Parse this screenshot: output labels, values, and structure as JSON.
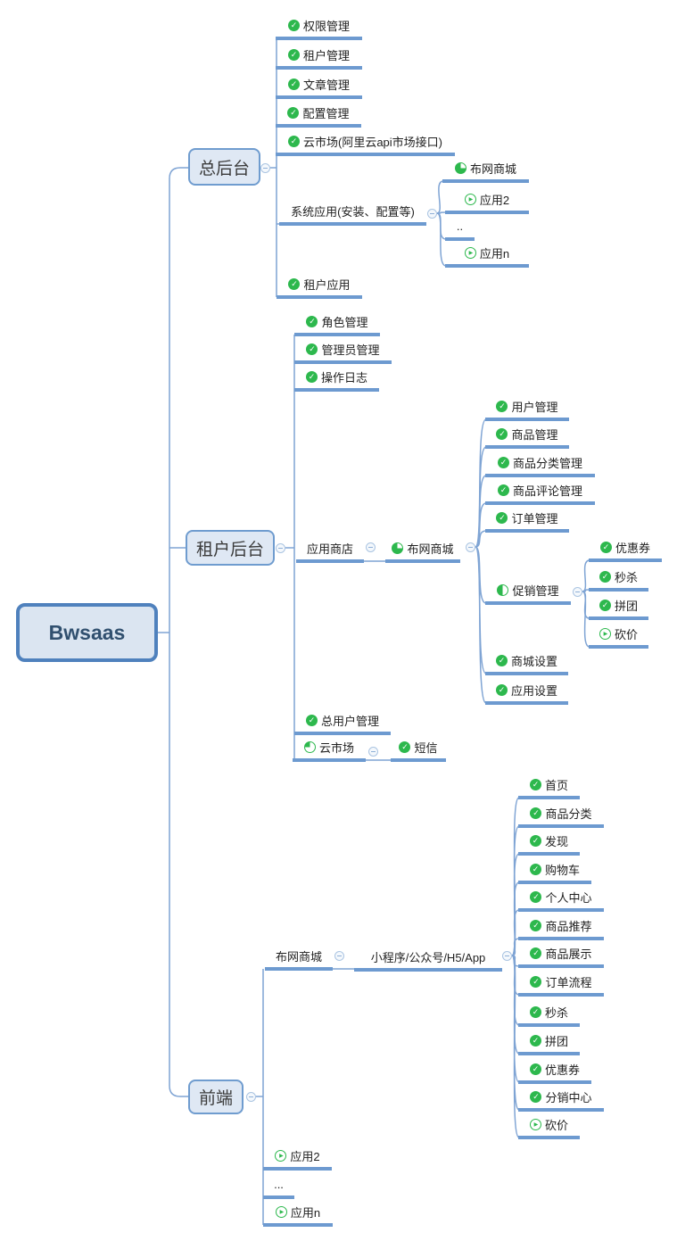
{
  "colors": {
    "green": "#2db84d",
    "underline": "#6d9ad0",
    "connector": "#7fa4d4",
    "box_fill": "#dfe8f4",
    "box_border": "#6f9ccf",
    "root_fill": "#dbe5f1",
    "root_border": "#4f81bd",
    "root_text": "#31506f"
  },
  "icons": {
    "check": "✓",
    "play": "▶",
    "pie75": "",
    "pie50": "",
    "pie25": ""
  },
  "mindmap": {
    "id": "root",
    "label": "Bwsaas",
    "children": [
      {
        "id": "zonghoutai",
        "label": "总后台",
        "children": [
          {
            "id": "quanxian",
            "label": "权限管理",
            "icon": "check"
          },
          {
            "id": "zuhu-guanli",
            "label": "租户管理",
            "icon": "check"
          },
          {
            "id": "wenzhang",
            "label": "文章管理",
            "icon": "check"
          },
          {
            "id": "peizhi",
            "label": "配置管理",
            "icon": "check"
          },
          {
            "id": "yunshichang-api",
            "label": "云市场(阿里云api市场接口)",
            "icon": "check"
          },
          {
            "id": "xitong-yingyong",
            "label": "系统应用(安装、配置等)",
            "children": [
              {
                "id": "sys-buwang",
                "label": "布网商城",
                "icon": "pie75"
              },
              {
                "id": "sys-app2",
                "label": "应用2",
                "icon": "play"
              },
              {
                "id": "sys-dots",
                "label": ".."
              },
              {
                "id": "sys-appn",
                "label": "应用n",
                "icon": "play"
              }
            ]
          },
          {
            "id": "zuhu-yingyong",
            "label": "租户应用",
            "icon": "check"
          }
        ]
      },
      {
        "id": "zuhuhoutai",
        "label": "租户后台",
        "children": [
          {
            "id": "juese",
            "label": "角色管理",
            "icon": "check"
          },
          {
            "id": "guanliyuan",
            "label": "管理员管理",
            "icon": "check"
          },
          {
            "id": "caozuo-rizhi",
            "label": "操作日志",
            "icon": "check"
          },
          {
            "id": "yingyong-shangdian",
            "label": "应用商店",
            "children": [
              {
                "id": "store-buwang",
                "label": "布网商城",
                "icon": "pie75",
                "children": [
                  {
                    "id": "yonghu",
                    "label": "用户管理",
                    "icon": "check"
                  },
                  {
                    "id": "shangpin",
                    "label": "商品管理",
                    "icon": "check"
                  },
                  {
                    "id": "shangpin-fenlei",
                    "label": "商品分类管理",
                    "icon": "check"
                  },
                  {
                    "id": "shangpin-pinglun",
                    "label": "商品评论管理",
                    "icon": "check"
                  },
                  {
                    "id": "dingdan",
                    "label": "订单管理",
                    "icon": "check"
                  },
                  {
                    "id": "cuxiao",
                    "label": "促销管理",
                    "icon": "pie50",
                    "children": [
                      {
                        "id": "youhuiquan",
                        "label": "优惠券",
                        "icon": "check"
                      },
                      {
                        "id": "miaosha",
                        "label": "秒杀",
                        "icon": "check"
                      },
                      {
                        "id": "pintuan",
                        "label": "拼团",
                        "icon": "check"
                      },
                      {
                        "id": "kanjia",
                        "label": "砍价",
                        "icon": "play"
                      }
                    ]
                  },
                  {
                    "id": "shangcheng-shezhi",
                    "label": "商城设置",
                    "icon": "check"
                  },
                  {
                    "id": "yingyong-shezhi",
                    "label": "应用设置",
                    "icon": "check"
                  }
                ]
              }
            ]
          },
          {
            "id": "zongyonghu",
            "label": "总用户管理",
            "icon": "check"
          },
          {
            "id": "yunshichang",
            "label": "云市场",
            "icon": "pie25",
            "children": [
              {
                "id": "duanxin",
                "label": "短信",
                "icon": "check"
              }
            ]
          }
        ]
      },
      {
        "id": "qianduan",
        "label": "前端",
        "children": [
          {
            "id": "fe-buwang",
            "label": "布网商城",
            "children": [
              {
                "id": "miniapp",
                "label": "小程序/公众号/H5/App",
                "children": [
                  {
                    "id": "shouye",
                    "label": "首页",
                    "icon": "check"
                  },
                  {
                    "id": "fe-fenlei",
                    "label": "商品分类",
                    "icon": "check"
                  },
                  {
                    "id": "faxian",
                    "label": "发现",
                    "icon": "check"
                  },
                  {
                    "id": "gouwuche",
                    "label": "购物车",
                    "icon": "check"
                  },
                  {
                    "id": "geren",
                    "label": "个人中心",
                    "icon": "check"
                  },
                  {
                    "id": "tuijian",
                    "label": "商品推荐",
                    "icon": "check"
                  },
                  {
                    "id": "zhanshi",
                    "label": "商品展示",
                    "icon": "check"
                  },
                  {
                    "id": "dingdan-liucheng",
                    "label": "订单流程",
                    "icon": "check"
                  },
                  {
                    "id": "fe-miaosha",
                    "label": "秒杀",
                    "icon": "check"
                  },
                  {
                    "id": "fe-pintuan",
                    "label": "拼团",
                    "icon": "check"
                  },
                  {
                    "id": "fe-youhuiquan",
                    "label": "优惠券",
                    "icon": "check"
                  },
                  {
                    "id": "fenxiao",
                    "label": "分销中心",
                    "icon": "check"
                  },
                  {
                    "id": "fe-kanjia",
                    "label": "砍价",
                    "icon": "play"
                  }
                ]
              }
            ]
          },
          {
            "id": "fe-app2",
            "label": "应用2",
            "icon": "play"
          },
          {
            "id": "fe-dots",
            "label": "..."
          },
          {
            "id": "fe-appn",
            "label": "应用n",
            "icon": "play"
          }
        ]
      }
    ]
  }
}
